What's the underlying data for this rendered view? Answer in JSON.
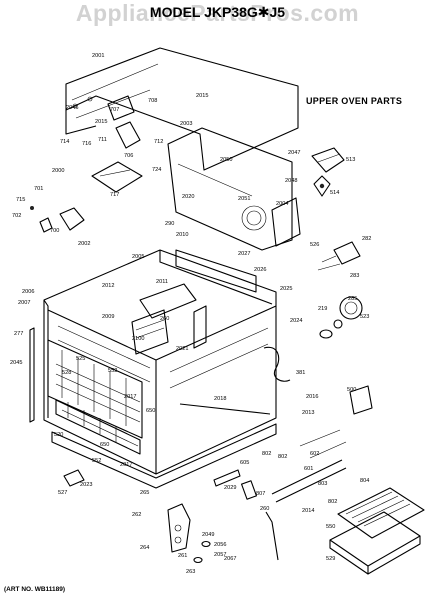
{
  "header": {
    "watermark": "AppliancePartsPros.com",
    "model_title": "MODEL JKP38G✱J5",
    "section_title": "UPPER OVEN PARTS"
  },
  "footer": {
    "art_number": "(ART NO. WB11189)"
  },
  "part_labels": [
    "2001",
    "2015",
    "2046",
    "708",
    "707",
    "2015",
    "714",
    "716",
    "712",
    "2003",
    "2050",
    "2047",
    "513",
    "711",
    "706",
    "724",
    "2048",
    "514",
    "2000",
    "717",
    "2004",
    "701",
    "715",
    "702",
    "700",
    "2020",
    "2051",
    "2002",
    "290",
    "2005",
    "2010",
    "2027",
    "526",
    "282",
    "2026",
    "283",
    "2006",
    "2025",
    "2007",
    "2012",
    "2011",
    "219",
    "2009",
    "2024",
    "523",
    "277",
    "2100",
    "2021",
    "381",
    "285",
    "260",
    "2045",
    "525",
    "552",
    "2018",
    "650",
    "528",
    "2017",
    "2016",
    "2013",
    "500",
    "520",
    "650",
    "552",
    "2017",
    "602",
    "601",
    "802",
    "2023",
    "605",
    "802",
    "527",
    "2029",
    "2014",
    "265",
    "803",
    "804",
    "807",
    "262",
    "802",
    "2049",
    "260",
    "2057",
    "2056",
    "264",
    "261",
    "263",
    "2067",
    "550",
    "529"
  ]
}
